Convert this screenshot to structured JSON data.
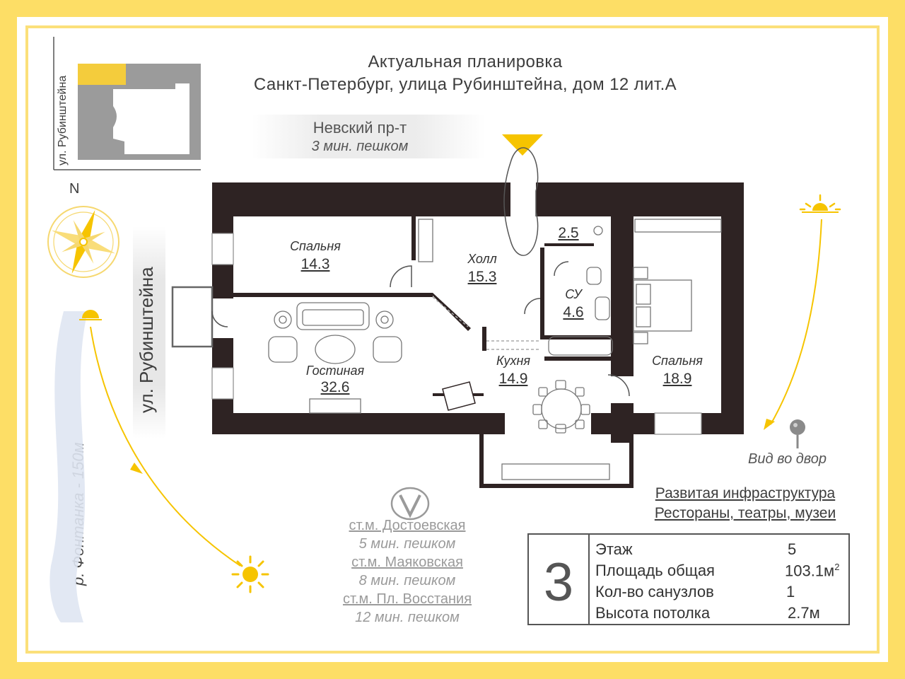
{
  "header": {
    "line1": "Актуальная планировка",
    "line2": "Санкт-Петербург, улица Рубинштейна, дом 12 лит.А"
  },
  "nevsky": {
    "name": "Невский пр-т",
    "walk": "3 мин. пешком"
  },
  "streets": {
    "rubinshteina_small": "ул. Рубинштейна",
    "rubinshteina": "ул. Рубинштейна",
    "fontanka": "р. Фонтанка - 150м"
  },
  "compass": {
    "north": "N"
  },
  "rooms": [
    {
      "name": "Спальня",
      "area": "14.3"
    },
    {
      "name": "Холл",
      "area": "15.3"
    },
    {
      "name": "",
      "area": "2.5"
    },
    {
      "name": "СУ",
      "area": "4.6"
    },
    {
      "name": "Гостиная",
      "area": "32.6"
    },
    {
      "name": "Кухня",
      "area": "14.9"
    },
    {
      "name": "Спальня",
      "area": "18.9"
    }
  ],
  "view": {
    "label": "Вид во двор"
  },
  "infrastructure": {
    "line1": "Развитая инфраструктура",
    "line2": "Рестораны, театры, музеи"
  },
  "metro": [
    {
      "station": "ст.м. Достоевская",
      "walk": "5 мин. пешком"
    },
    {
      "station": "ст.м. Маяковская",
      "walk": "8 мин. пешком"
    },
    {
      "station": "ст.м. Пл. Восстания",
      "walk": "12 мин. пешком"
    }
  ],
  "specs": {
    "rooms_count": "3",
    "floor_label": "Этаж",
    "floor_value": "5",
    "area_label": "Площадь общая",
    "area_value": "103.1м",
    "area_unit_sup": "2",
    "bathrooms_label": "Кол-во санузлов",
    "bathrooms_value": "1",
    "ceiling_label": "Высота потолка",
    "ceiling_value": "2.7м"
  },
  "colors": {
    "accent_yellow": "#fdde66",
    "sun_yellow": "#f6c400",
    "wall": "#2e2323",
    "frame_inner": "#fbe07a"
  }
}
